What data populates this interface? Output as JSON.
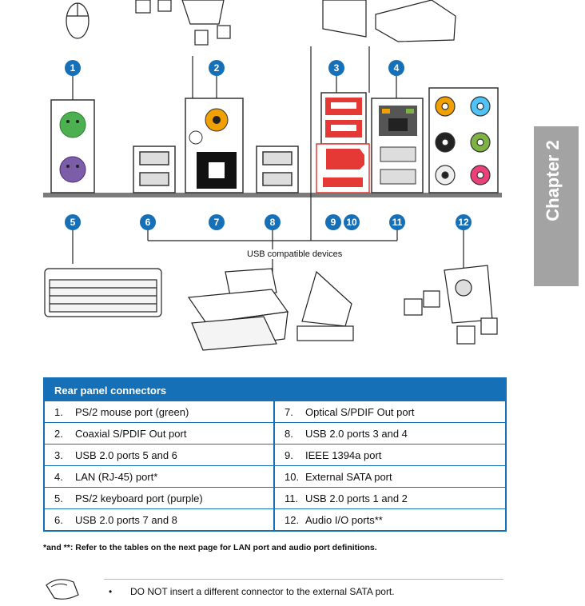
{
  "badges": [
    {
      "n": "1"
    },
    {
      "n": "2"
    },
    {
      "n": "3"
    },
    {
      "n": "4"
    },
    {
      "n": "5"
    },
    {
      "n": "6"
    },
    {
      "n": "7"
    },
    {
      "n": "8"
    },
    {
      "n": "9"
    },
    {
      "n": "10"
    },
    {
      "n": "11"
    },
    {
      "n": "12"
    }
  ],
  "usb_label": "USB compatible devices",
  "chapter_tab": "Chapter 2",
  "table": {
    "title": "Rear panel connectors",
    "rows": [
      {
        "ln": "1.",
        "lt": "PS/2 mouse port (green)",
        "rn": "7.",
        "rt": "Optical S/PDIF Out port"
      },
      {
        "ln": "2.",
        "lt": "Coaxial S/PDIF Out port",
        "rn": "8.",
        "rt": "USB 2.0 ports 3 and 4"
      },
      {
        "ln": "3.",
        "lt": "USB 2.0 ports 5 and 6",
        "rn": "9.",
        "rt": "IEEE 1394a port"
      },
      {
        "ln": "4.",
        "lt": "LAN (RJ-45) port*",
        "rn": "10.",
        "rt": "External SATA port"
      },
      {
        "ln": "5.",
        "lt": "PS/2 keyboard port (purple)",
        "rn": "11.",
        "rt": "USB 2.0 ports 1 and 2"
      },
      {
        "ln": "6.",
        "lt": "USB 2.0 ports 7 and 8",
        "rn": "12.",
        "rt": "Audio I/O ports**"
      }
    ]
  },
  "footnote": "*and **: Refer to the tables on the next page for LAN port and audio port definitions.",
  "notice": {
    "bullet": "•",
    "text": "DO NOT insert a different connector to the external SATA port."
  },
  "colors": {
    "accent": "#1570b8",
    "tab_gray": "#a3a3a3",
    "ps2_green": "#4caf50",
    "ps2_purple": "#7b5ea7",
    "coax_orange": "#f0a000",
    "red_port": "#e53935"
  }
}
